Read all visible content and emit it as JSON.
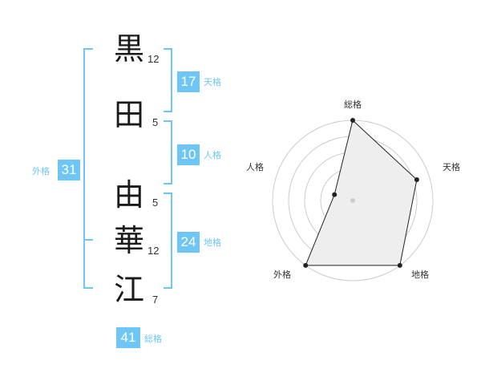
{
  "name_chars": [
    {
      "char": "黒",
      "strokes": "12"
    },
    {
      "char": "田",
      "strokes": "5"
    },
    {
      "char": "由",
      "strokes": "5"
    },
    {
      "char": "華",
      "strokes": "12"
    },
    {
      "char": "江",
      "strokes": "7"
    }
  ],
  "fortunes": {
    "tenkaku": {
      "label": "天格",
      "value": "17"
    },
    "jinkaku": {
      "label": "人格",
      "value": "10"
    },
    "chikaku": {
      "label": "地格",
      "value": "24"
    },
    "gaikaku": {
      "label": "外格",
      "value": "31"
    },
    "soukaku": {
      "label": "総格",
      "value": "41"
    }
  },
  "radar": {
    "labels": {
      "top": "総格",
      "right": "天格",
      "bottom_right": "地格",
      "bottom_left": "外格",
      "left": "人格"
    },
    "rings": 5
  },
  "chart_data": {
    "type": "radar",
    "categories": [
      "総格",
      "天格",
      "地格",
      "外格",
      "人格"
    ],
    "values": [
      5,
      4.2,
      5,
      5,
      1.2
    ],
    "rlim": [
      0,
      5
    ],
    "title": ""
  },
  "colors": {
    "accent": "#6ec6f6",
    "fill": "#eeeeee",
    "grid": "#cccccc",
    "line": "#222222"
  }
}
